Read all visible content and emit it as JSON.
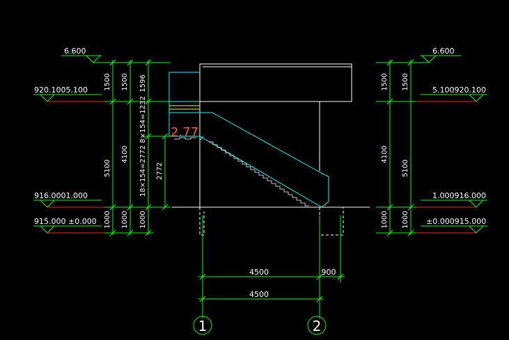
{
  "elevation_labels": {
    "left_top": "6.600",
    "left_upper": "920.1005.100",
    "left_lower": "916.0001.000",
    "left_ground": "915.000 ±0.000",
    "right_top": "6.600",
    "right_upper": "5.100920.100",
    "right_lower": "1.000916.000",
    "right_ground": "±0.000915.000"
  },
  "vertical_dims": {
    "left_outer_5100": "5100",
    "left_outer_1000": "1000",
    "left_outer_1500": "1500",
    "left_mid_1500": "1500",
    "left_mid_4100": "4100",
    "left_mid_1000": "1000",
    "left_inner_1596": "1596",
    "left_inner_8x154": "8×154=1232",
    "left_inner_18x154": "18×154=2772",
    "left_inner_1000": "1000",
    "left_inner_2772": "2772",
    "right_inner_1500": "1500",
    "right_inner_4100": "4100",
    "right_inner_1000": "1000",
    "right_outer_1500": "1500",
    "right_outer_5100": "5100",
    "right_outer_1000": "1000"
  },
  "stair_annotation": "2.77",
  "horizontal_dims": {
    "upper_4500": "4500",
    "upper_900": "900",
    "lower_4500": "4500"
  },
  "axes": [
    "1",
    "2"
  ],
  "colors": {
    "background": "#000000",
    "dimension": "#00ff00",
    "structure": "#00ffff",
    "outline": "#ffffff",
    "annotation": "#ff5a1e",
    "ground_line": "#ff2020",
    "stair_edge": "#ffff00"
  }
}
